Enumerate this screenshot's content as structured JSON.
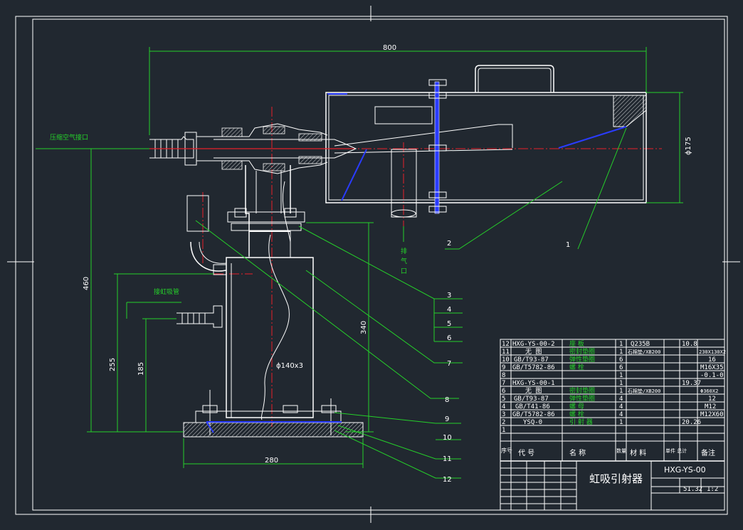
{
  "dimensions": {
    "overall_length": "800",
    "outlet_dia": "ϕ175",
    "pipe_dia": "ϕ140x3",
    "height_460": "460",
    "height_340": "340",
    "height_255": "255",
    "height_185": "185",
    "base_width": "280"
  },
  "labels": {
    "air_inlet": "压缩空气接口",
    "siphon_pipe": "接虹吸管",
    "exhaust": [
      "排",
      "气",
      "口"
    ]
  },
  "balloons": [
    "1",
    "2",
    "3",
    "4",
    "5",
    "6",
    "7",
    "8",
    "9",
    "10",
    "11",
    "12"
  ],
  "parts_table": {
    "rows": [
      {
        "no": "12",
        "code": "HXG-YS-00-2",
        "name": "座 板",
        "qty": "1",
        "material": "Q235B",
        "weight": "10.8",
        "note": ""
      },
      {
        "no": "11",
        "code": "无 图",
        "name": "密封垫圈",
        "qty": "1",
        "material": "石棉垫/XB200",
        "weight": "",
        "note": "230X130X2"
      },
      {
        "no": "10",
        "code": "GB/T93-87",
        "name": "弹性垫圈",
        "qty": "6",
        "material": "",
        "weight": "",
        "note": "16"
      },
      {
        "no": "9",
        "code": "GB/T5782-86",
        "name": "螺 栓",
        "qty": "6",
        "material": "",
        "weight": "",
        "note": "M16X35"
      },
      {
        "no": "8",
        "code": "",
        "name": "",
        "qty": "1",
        "material": "",
        "weight": "",
        "note": "-0.1-0"
      },
      {
        "no": "7",
        "code": "HXG-YS-00-1",
        "name": "",
        "qty": "1",
        "material": "",
        "weight": "19.37",
        "note": ""
      },
      {
        "no": "6",
        "code": "无 图",
        "name": "密封垫圈",
        "qty": "1",
        "material": "石棉垫/XB200",
        "weight": "",
        "note": "Φ360X2"
      },
      {
        "no": "5",
        "code": "GB/T93-87",
        "name": "弹性垫圈",
        "qty": "4",
        "material": "",
        "weight": "",
        "note": "12"
      },
      {
        "no": "4",
        "code": "GB/T41-86",
        "name": "螺 母",
        "qty": "4",
        "material": "",
        "weight": "",
        "note": "M12"
      },
      {
        "no": "3",
        "code": "GB/T5782-86",
        "name": "螺 栓",
        "qty": "4",
        "material": "",
        "weight": "",
        "note": "M12X60"
      },
      {
        "no": "2",
        "code": "YSQ-0",
        "name": "引 射 器",
        "qty": "1",
        "material": "",
        "weight": "20.26",
        "note": ""
      },
      {
        "no": "1",
        "code": "",
        "name": "",
        "qty": "",
        "material": "",
        "weight": "",
        "note": ""
      }
    ],
    "header": {
      "no": "序号",
      "code": "代 号",
      "name": "名 称",
      "qty": "数量",
      "material": "材 料",
      "weight": "单件 总计",
      "note": "备注"
    }
  },
  "title_block": {
    "drawing_name": "虹吸引射器",
    "drawing_code": "HXG-YS-00",
    "scale": "1:2",
    "weight": "51.32"
  }
}
